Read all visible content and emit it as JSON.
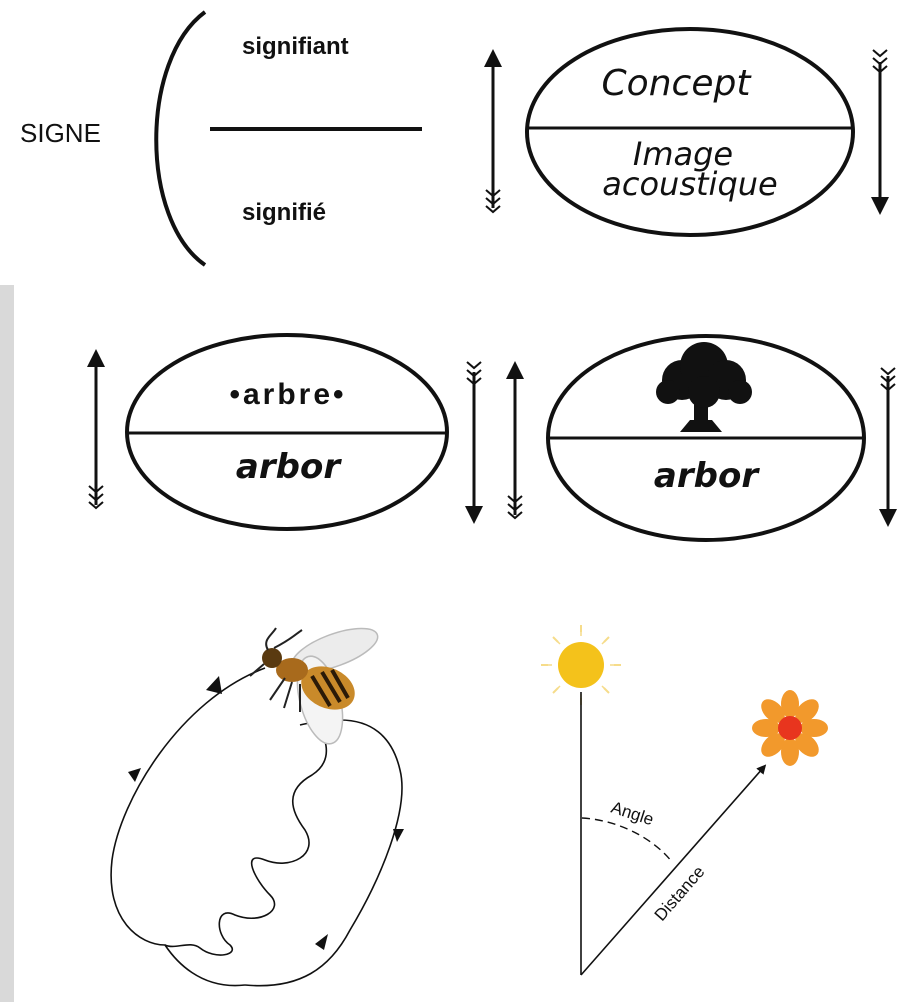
{
  "sign_definition": {
    "term": "SIGNE",
    "top": "signifiant",
    "bottom": "signifié"
  },
  "saussure_oval": {
    "top": "Concept",
    "bottom_line1": "Image",
    "bottom_line2": "acoustique"
  },
  "arbre_oval": {
    "top": "•arbre•",
    "bottom": "arbor"
  },
  "tree_oval": {
    "top_icon": "tree-icon",
    "bottom": "arbor"
  },
  "bee_dance": {
    "icons": [
      "bee-icon"
    ]
  },
  "direction_diagram": {
    "angle": "Angle",
    "distance": "Distance",
    "icons": [
      "sun-icon",
      "flower-icon"
    ]
  },
  "colors": {
    "ink": "#111111",
    "sun": "#f4c21b",
    "sun_rays": "#f6dc8a",
    "flower_petals": "#f2992c",
    "flower_center": "#e8351e",
    "bee_body": "#c98a2a"
  }
}
